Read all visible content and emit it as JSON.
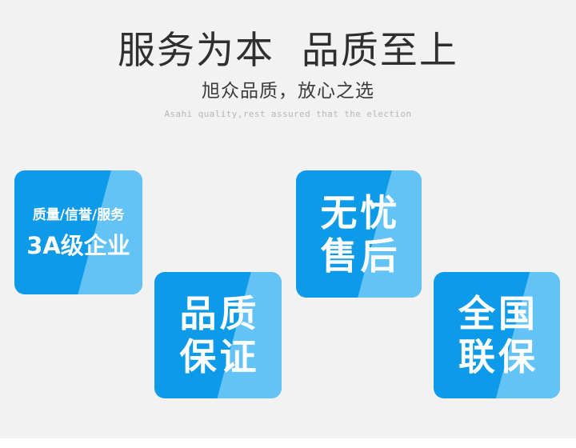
{
  "page": {
    "background_color": "#f2f2f3",
    "accent_blue": "#0d9ae8",
    "accent_blue_light": "#63c3f6"
  },
  "header": {
    "main_title": "服务为本  品质至上",
    "sub_title": "旭众品质，放心之选",
    "english_title": "Asahi quality,rest assured that the election"
  },
  "tiles": [
    {
      "name": "certification",
      "line_small": "质量/信誉/服务",
      "line_large": "3A级企业"
    },
    {
      "name": "quality",
      "line_a": "品质",
      "line_b": "保证"
    },
    {
      "name": "service",
      "line_a": "无忧",
      "line_b": "售后"
    },
    {
      "name": "warranty",
      "line_a": "全国",
      "line_b": "联保"
    }
  ]
}
